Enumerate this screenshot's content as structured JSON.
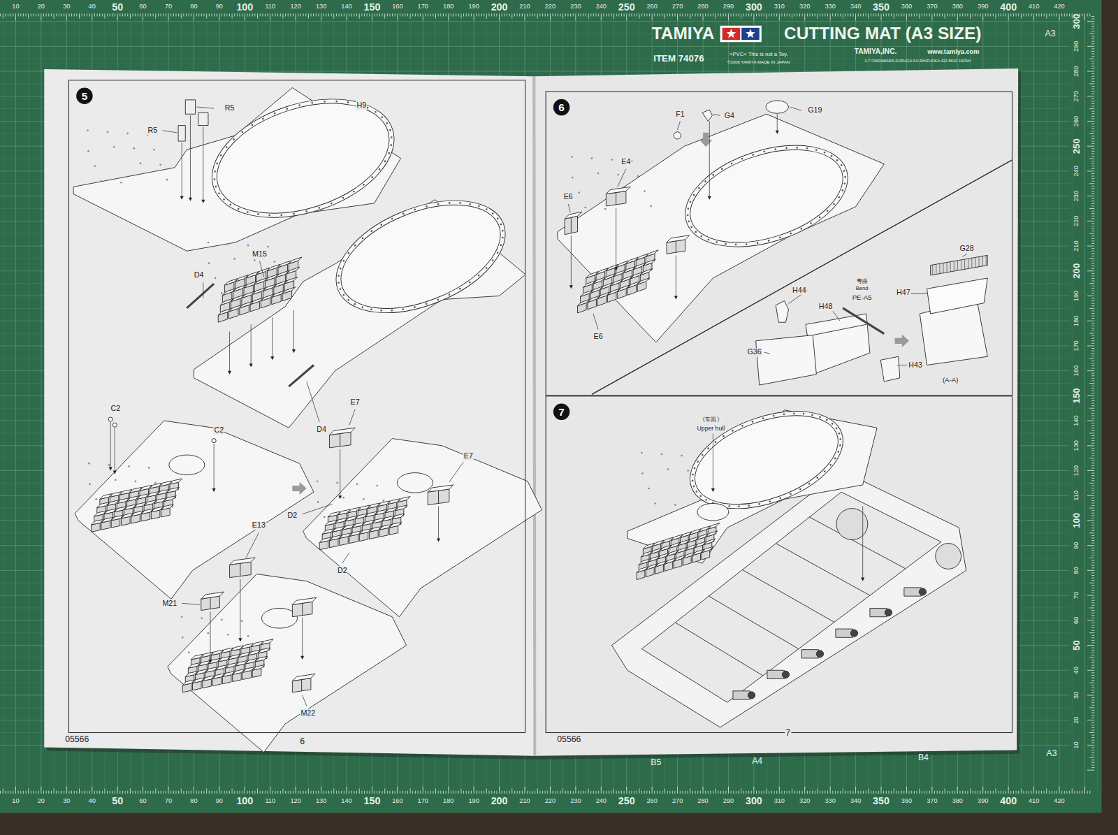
{
  "diagram": {
    "nodes": [
      {
        "text": [
          "5"
        ]
      },
      {
        "text": [
          "6"
        ]
      },
      {
        "text": [
          "7"
        ]
      }
    ],
    "labels": [
      "R5",
      "R5",
      "H9",
      "M15",
      "D4",
      "D4",
      "C2",
      "C2",
      "E7",
      "E7",
      "D2",
      "D2",
      "E13",
      "M21",
      "M22",
      "05566",
      "6",
      "F1",
      "G4",
      "G19",
      "E4",
      "E6",
      "E6",
      "G28",
      "弯曲",
      "Bend",
      "PE-A5",
      "H44",
      "H48",
      "H47",
      "G36",
      "H43",
      "(A-A)",
      "《车面》",
      "Upper hull",
      "05566",
      "7",
      "TAMIYA",
      "CUTTING MAT (A3 SIZE)",
      "ITEM 74076",
      ">PVC< This is not a Toy.",
      "©2006 TAMIYA MADE IN JAPAN",
      "TAMIYA,INC.",
      "www.tamiya.com",
      "3-7 ONDAWARA,SURUGA-KU,SHIZUOKA 422-8610 JAPAN",
      "A3",
      "A3",
      "B5",
      "A4",
      "B4",
      "10",
      "20",
      "30",
      "40",
      "50",
      "60",
      "70",
      "80",
      "90",
      "100",
      "110",
      "120",
      "130",
      "140",
      "150",
      "160",
      "170",
      "180",
      "190",
      "200",
      "210",
      "220",
      "230",
      "240",
      "250",
      "260",
      "270",
      "280",
      "290",
      "300",
      "310",
      "320",
      "330",
      "340",
      "350",
      "360",
      "370",
      "380",
      "390",
      "400",
      "410",
      "420",
      "10",
      "20",
      "30",
      "40",
      "50",
      "60",
      "70",
      "80",
      "90",
      "100",
      "110",
      "120",
      "130",
      "140",
      "150",
      "160",
      "170",
      "180",
      "190",
      "200",
      "210",
      "220",
      "230",
      "240",
      "250",
      "260",
      "270",
      "280",
      "290",
      "300",
      "310",
      "320",
      "330",
      "340",
      "350",
      "360",
      "370",
      "380",
      "390",
      "400",
      "410",
      "420",
      "10",
      "20",
      "30",
      "40",
      "50",
      "60",
      "70",
      "80",
      "90",
      "100",
      "110",
      "120",
      "130",
      "140",
      "150",
      "160",
      "170",
      "180",
      "190",
      "200",
      "210",
      "220",
      "230",
      "240",
      "250",
      "260",
      "270",
      "280",
      "290",
      "300"
    ]
  }
}
